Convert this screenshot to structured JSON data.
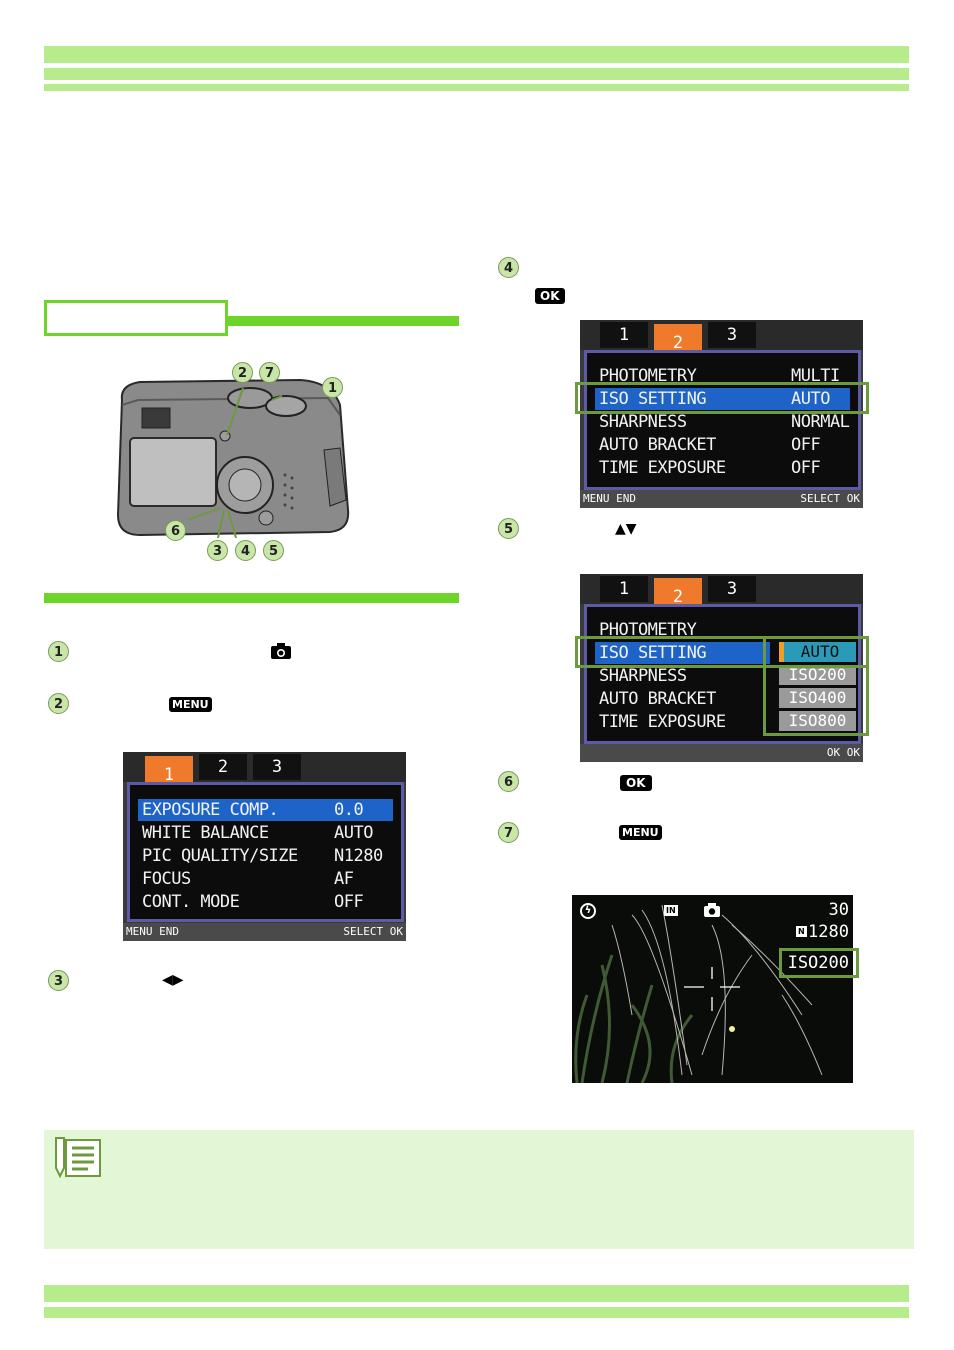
{
  "menu1": {
    "tabs": [
      "1",
      "2",
      "3"
    ],
    "rows": [
      {
        "label": "EXPOSURE COMP.",
        "value": "0.0"
      },
      {
        "label": "WHITE BALANCE",
        "value": "AUTO"
      },
      {
        "label": "PIC QUALITY/SIZE",
        "value": "N1280"
      },
      {
        "label": "FOCUS",
        "value": "AF"
      },
      {
        "label": "CONT. MODE",
        "value": "OFF"
      }
    ],
    "footer_left": "MENU END",
    "footer_right": "SELECT OK"
  },
  "menu2": {
    "tabs": [
      "1",
      "2",
      "3"
    ],
    "rows": [
      {
        "label": "PHOTOMETRY",
        "value": "MULTI"
      },
      {
        "label": "ISO SETTING",
        "value": "AUTO"
      },
      {
        "label": "SHARPNESS",
        "value": "NORMAL"
      },
      {
        "label": "AUTO BRACKET",
        "value": "OFF"
      },
      {
        "label": "TIME EXPOSURE",
        "value": "OFF"
      }
    ],
    "footer_left": "MENU END",
    "footer_right": "SELECT OK"
  },
  "menu3": {
    "tabs": [
      "1",
      "2",
      "3"
    ],
    "rows": [
      {
        "label": "PHOTOMETRY"
      },
      {
        "label": "ISO SETTING"
      },
      {
        "label": "SHARPNESS"
      },
      {
        "label": "AUTO BRACKET"
      },
      {
        "label": "TIME EXPOSURE"
      }
    ],
    "options": [
      "AUTO",
      "ISO200",
      "ISO400",
      "ISO800"
    ],
    "footer_right": "OK OK"
  },
  "steps": [
    "1",
    "2",
    "3",
    "4",
    "5",
    "6",
    "7"
  ],
  "camera_callouts": [
    "2",
    "7",
    "1",
    "6",
    "3",
    "4",
    "5"
  ],
  "buttons": {
    "ok": "OK",
    "menu": "MENU",
    "lr_arrows": "◀▶",
    "ud_arrows": "▲▼",
    "camera": "camera-icon"
  },
  "viewfinder": {
    "shots": "30",
    "size": "1280",
    "iso": "ISO200",
    "in_badge": "IN",
    "n_badge": "N"
  },
  "colors": {
    "band": "#b6ec8c",
    "accent_green": "#6fd42a",
    "note_bg": "#e3f7d6",
    "tab_active": "#f07a2c",
    "lcd_border": "#5d5aa6",
    "highlight": "#1e64c8",
    "green_box": "#6c9a3c"
  }
}
